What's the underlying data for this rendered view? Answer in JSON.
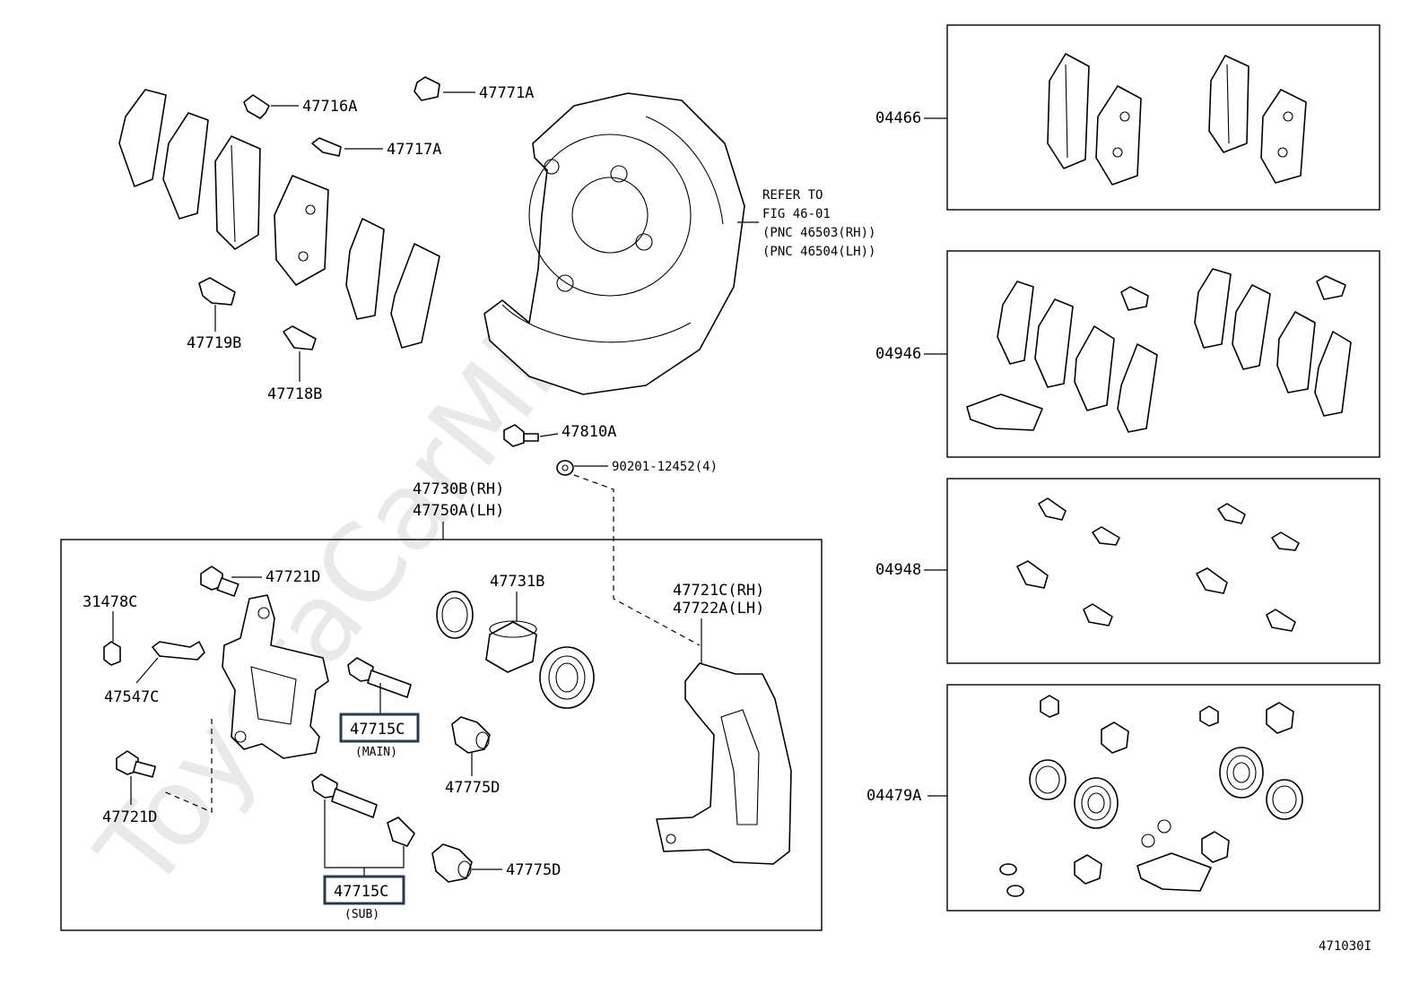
{
  "watermark": "ToyotaCarMine.ru",
  "figure_code": "471030I",
  "labels": {
    "p47716A": "47716A",
    "p47771A": "47771A",
    "p47717A": "47717A",
    "p47719B": "47719B",
    "p47718B": "47718B",
    "refer1": "REFER TO",
    "refer2": "FIG 46-01",
    "refer3": "(PNC 46503(RH))",
    "refer4": "(PNC 46504(LH))",
    "p47810A": "47810A",
    "p90201": "90201-12452(4)",
    "p47730B": "47730B(RH)",
    "p47750A": "47750A(LH)",
    "p47721D_top": "47721D",
    "p31478C": "31478C",
    "p47731B": "47731B",
    "p47721C": "47721C(RH)",
    "p47722A": "47722A(LH)",
    "p47547C": "47547C",
    "p47715C_main": "47715C",
    "main_note": "(MAIN)",
    "p47775D_mid": "47775D",
    "p47721D_bot": "47721D",
    "p47715C_sub": "47715C",
    "sub_note": "(SUB)",
    "p47775D_bot": "47775D",
    "kit04466": "04466",
    "kit04946": "04946",
    "kit04948": "04948",
    "kit04479A": "04479A"
  }
}
